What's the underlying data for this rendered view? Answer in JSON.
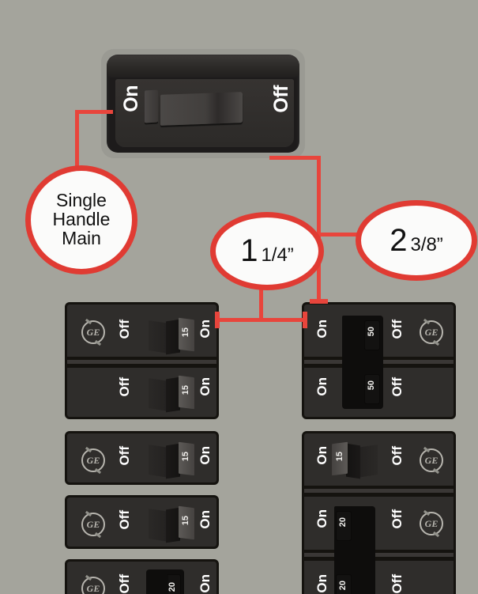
{
  "scene": {
    "title": "Circuit breaker panel with single handle main and measurement callouts",
    "background_color": "#a4a49c",
    "accent_color": "#e03b33"
  },
  "main_breaker": {
    "name": "single-handle-main-breaker",
    "on_label": "On",
    "off_label": "Off",
    "position": "on"
  },
  "callouts": [
    {
      "id": "single-handle-main",
      "line1": "Single",
      "line2": "Handle",
      "line3": "Main"
    },
    {
      "id": "dimension-1-1-4",
      "whole": "1",
      "fraction": "1/4”",
      "full": "1 1/4”"
    },
    {
      "id": "dimension-2-3-8",
      "whole": "2",
      "fraction": "3/8”",
      "full": "2 3/8”"
    }
  ],
  "brand": {
    "logo_text": "GE"
  },
  "panel": {
    "left_column": [
      {
        "unit": "twin-15-15",
        "type": "twin",
        "poles": [
          {
            "amp": "15",
            "on_label": "On",
            "off_label": "Off",
            "ge": true,
            "side": "right"
          },
          {
            "amp": "15",
            "on_label": "On",
            "off_label": "Off",
            "ge": false,
            "side": "right"
          }
        ]
      },
      {
        "unit": "single-15-a",
        "type": "single",
        "poles": [
          {
            "amp": "15",
            "on_label": "On",
            "off_label": "Off",
            "ge": true,
            "side": "right"
          }
        ]
      },
      {
        "unit": "single-15-b",
        "type": "single",
        "poles": [
          {
            "amp": "15",
            "on_label": "On",
            "off_label": "Off",
            "ge": true,
            "side": "right"
          }
        ]
      },
      {
        "unit": "single-20-partial",
        "type": "single",
        "poles": [
          {
            "amp": "20",
            "on_label": "On",
            "off_label": "Off",
            "ge": true,
            "side": "right"
          }
        ]
      }
    ],
    "right_column": [
      {
        "unit": "double-pole-50",
        "type": "double-tied",
        "poles": [
          {
            "amp": "50",
            "on_label": "On",
            "off_label": "Off",
            "ge": true,
            "side": "left"
          },
          {
            "amp": "50",
            "on_label": "On",
            "off_label": "Off",
            "ge": false,
            "side": "left"
          }
        ]
      },
      {
        "unit": "stack-15-20-20",
        "type": "stack",
        "poles": [
          {
            "amp": "15",
            "on_label": "On",
            "off_label": "Off",
            "ge": true,
            "side": "left"
          },
          {
            "amp": "20",
            "on_label": "On",
            "off_label": "Off",
            "ge": true,
            "side": "left"
          },
          {
            "amp": "20",
            "on_label": "On",
            "off_label": "Off",
            "ge": false,
            "side": "left"
          }
        ]
      }
    ]
  }
}
